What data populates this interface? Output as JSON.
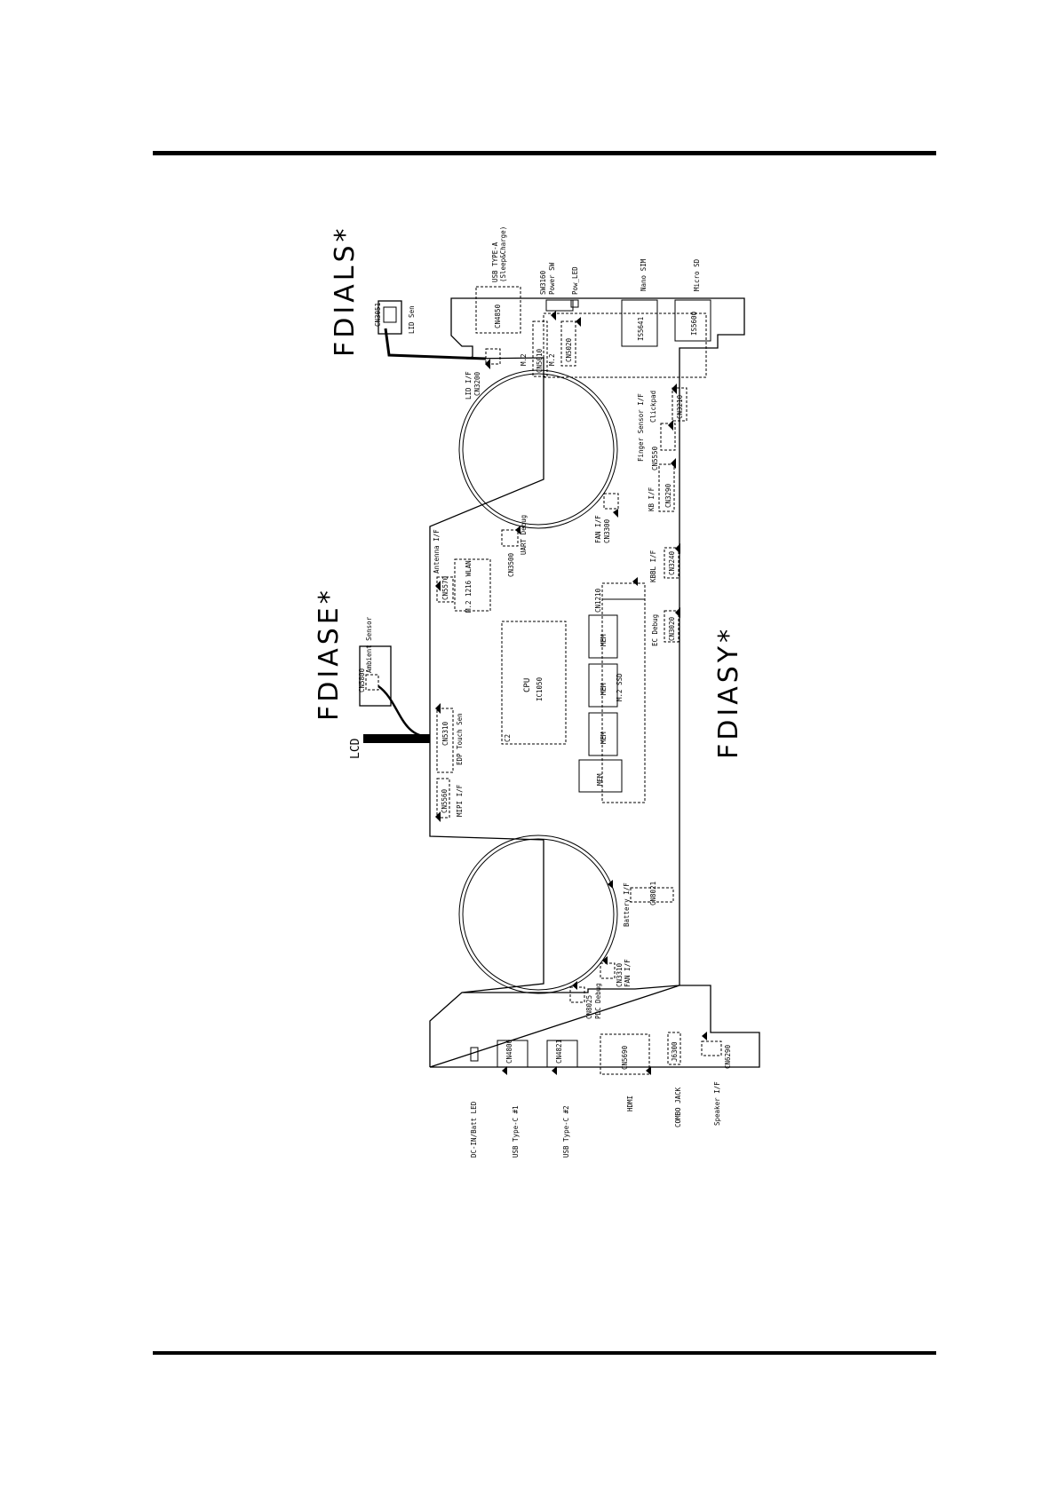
{
  "assemblies": {
    "lid_sensor_board": "FDIALS*",
    "sensor_board": "FDIASE*",
    "system_board": "FDIASY*"
  },
  "cable": {
    "lcd": "LCD"
  },
  "labels": {
    "lid_sen_conn": "CN3051",
    "lid_sen": "LID Sen",
    "lid_if": "LID I/F",
    "lid_if_conn": "CN3200",
    "usb_typea": "USB TYPE-A",
    "usb_typea_sleep": "(Sleep&Charge)",
    "usb_typea_conn": "CN4850",
    "ssd_conn_1": "CN5010",
    "m2_1": "M.2",
    "power_sw_conn": "SW3160",
    "power_sw": "Power SW",
    "pow_led": "Pow_LED",
    "m2_2": "M.2",
    "ssd_conn_2": "CN5020",
    "nano_sim": "Nano SIM",
    "nano_sim_conn": "IS5641",
    "micro_sd": "Micro SD",
    "micro_sd_conn": "IS5600",
    "clickpad": "Clickpad",
    "clickpad_conn": "CN3210",
    "finger_sensor": "Finger Sensor I/F",
    "finger_sensor_conn": "CN5550",
    "kb_if": "KB I/F",
    "kb_conn": "CN3290",
    "kbbl_if": "KBBL I/F",
    "kbbl_conn": "CN3240",
    "ec_debug": "EC Debug",
    "ec_debug_conn": "CN3020",
    "fan_if_1": "FAN I/F",
    "fan_conn_1": "CN3300",
    "uart_debug": "UART Debug",
    "uart_conn": "CN3500",
    "antenna_if": "Antenna I/F",
    "antenna_conn": "CN5570",
    "m2_wlan": "M.2 1216 WLAN",
    "ambient_sensor": "Ambient Sensor",
    "ambient_conn": "CN5800",
    "edp_conn": "CN5310",
    "edp_touch": "EDP Touch Sen",
    "mipi_if": "MIPI I/F",
    "mipi_conn": "CN5560",
    "cpu": "CPU",
    "cpu_ic": "IC1050",
    "c2": "C2",
    "m2_ssd_conn": "CN1210",
    "m2_ssd": "M.2 SSD",
    "mem_1": "MEM",
    "mem_2": "MEM",
    "mem_3": "MEM",
    "mem_4": "MEM",
    "battery_if": "Battery I/F",
    "battery_conn": "CN8021",
    "fan_if_2": "FAN I/F",
    "fan_conn_2": "CN3310",
    "pdc_debug": "PDC Debug",
    "pdc_conn": "CN8025",
    "dc_in_led": "DC-IN/Batt LED",
    "usb_c1": "USB Type-C #1",
    "usb_c1_conn": "CN4800",
    "usb_c2": "USB Type-C #2",
    "usb_c2_conn": "CN4821",
    "hdmi": "HDMI",
    "hdmi_conn": "CN5690",
    "combo_jack": "COMBO JACK",
    "combo_conn": "J6300",
    "speaker_if": "Speaker I/F",
    "speaker_conn": "CN6290"
  }
}
